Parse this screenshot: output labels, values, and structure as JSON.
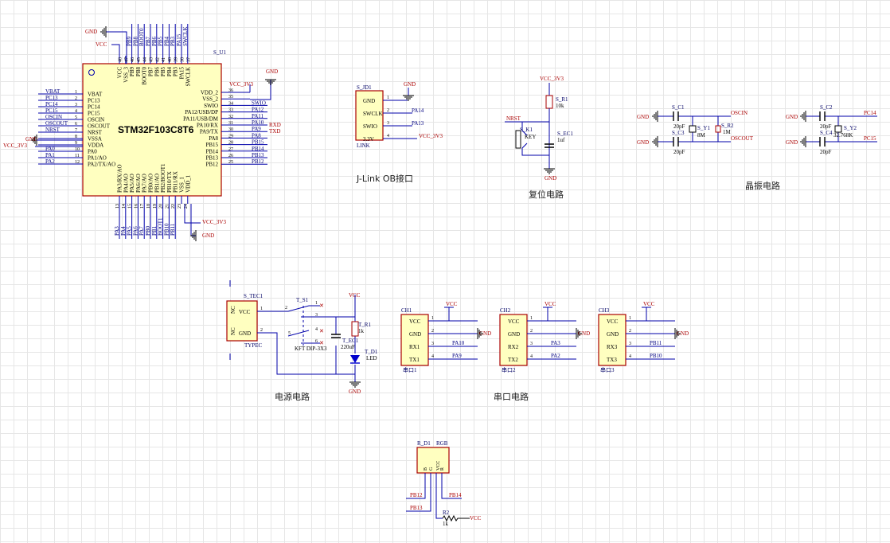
{
  "mcu": {
    "designator": "S_U1",
    "part": "STM32F103C8T6",
    "vcc_label": "VCC",
    "gnd_label": "GND",
    "left_pins": [
      {
        "num": "1",
        "name": "VBAT",
        "net": "VBAT"
      },
      {
        "num": "2",
        "name": "PC13",
        "net": "PC13"
      },
      {
        "num": "3",
        "name": "PC14",
        "net": "PC14"
      },
      {
        "num": "4",
        "name": "PC15",
        "net": "PC15"
      },
      {
        "num": "5",
        "name": "OSCIN",
        "net": "OSCIN"
      },
      {
        "num": "6",
        "name": "OSCOUT",
        "net": "OSCOUT"
      },
      {
        "num": "7",
        "name": "NRST",
        "net": "NRST"
      },
      {
        "num": "8",
        "name": "VSSA",
        "net": "GND"
      },
      {
        "num": "9",
        "name": "VDDA",
        "net": "VCC_3V3"
      },
      {
        "num": "10",
        "name": "PA0",
        "net": "PA0"
      },
      {
        "num": "11",
        "name": "PA1/AO",
        "net": "PA1"
      },
      {
        "num": "12",
        "name": "PA2/TX/AO",
        "net": "PA2"
      }
    ],
    "right_pins": [
      {
        "num": "36",
        "name": "VDD_2",
        "net": "VCC_3V3"
      },
      {
        "num": "35",
        "name": "VSS_2",
        "net": "GND"
      },
      {
        "num": "34",
        "name": "SWIO",
        "net": "SWIO"
      },
      {
        "num": "33",
        "name": "PA12/USB/DP",
        "net": "PA12"
      },
      {
        "num": "32",
        "name": "PA11/USB/DM",
        "net": "PA11"
      },
      {
        "num": "31",
        "name": "PA10/RX",
        "net": "PA10",
        "extra": "RXD"
      },
      {
        "num": "30",
        "name": "PA9/TX",
        "net": "PA9",
        "extra": "TXD"
      },
      {
        "num": "29",
        "name": "PA8",
        "net": "PA8"
      },
      {
        "num": "28",
        "name": "PB15",
        "net": "PB15"
      },
      {
        "num": "27",
        "name": "PB14",
        "net": "PB14"
      },
      {
        "num": "26",
        "name": "PB13",
        "net": "PB13"
      },
      {
        "num": "25",
        "name": "PB12",
        "net": "PB12"
      }
    ],
    "top_pins": [
      {
        "num": "48",
        "name": "VCC"
      },
      {
        "num": "47",
        "name": "VSS_3"
      },
      {
        "num": "46",
        "name": "PB9"
      },
      {
        "num": "45",
        "name": "PB8"
      },
      {
        "num": "44",
        "name": "BOOT0"
      },
      {
        "num": "43",
        "name": "PB7"
      },
      {
        "num": "42",
        "name": "PB6"
      },
      {
        "num": "41",
        "name": "PB5"
      },
      {
        "num": "40",
        "name": "PB4"
      },
      {
        "num": "39",
        "name": "PB3"
      },
      {
        "num": "38",
        "name": "PA15"
      },
      {
        "num": "37",
        "name": "SWCLK"
      }
    ],
    "top_nets": [
      "PB9",
      "PB8",
      "BOOT0",
      "PB7",
      "PB6",
      "PB5",
      "PB4",
      "PB3",
      "PA15",
      "SWCLK"
    ],
    "bottom_pins": [
      {
        "num": "13",
        "name": "PA3/RX/AO"
      },
      {
        "num": "14",
        "name": "PA4/AO"
      },
      {
        "num": "15",
        "name": "PA5/AO"
      },
      {
        "num": "16",
        "name": "PA6/AO"
      },
      {
        "num": "17",
        "name": "PA7/AO"
      },
      {
        "num": "18",
        "name": "PB0/AO"
      },
      {
        "num": "19",
        "name": "PB1/AO"
      },
      {
        "num": "20",
        "name": "PB2/BOOT1"
      },
      {
        "num": "21",
        "name": "PB10/TX"
      },
      {
        "num": "22",
        "name": "PB11/RX"
      },
      {
        "num": "23",
        "name": "VSS_1"
      },
      {
        "num": "24",
        "name": "VDD_1"
      }
    ],
    "bottom_nets": [
      "PA3",
      "PA4",
      "PA5",
      "PA6",
      "PA7",
      "PB0",
      "PB1",
      "BOOT1",
      "PB10",
      "PB11"
    ],
    "vcc_3v3": "VCC_3V3",
    "gnd": "GND"
  },
  "jlink": {
    "designator": "S_JD1",
    "subtitle": "LINK",
    "gnd_label": "GND",
    "pins": [
      {
        "num": "1",
        "name": "GND",
        "net": ""
      },
      {
        "num": "2",
        "name": "SWCLK",
        "net": "PA14"
      },
      {
        "num": "3",
        "name": "SWIO",
        "net": "PA13"
      },
      {
        "num": "4",
        "name": "3.3V",
        "net": "VCC_3V3"
      }
    ],
    "title": "J-Link OB接口"
  },
  "reset": {
    "vcc": "VCC_3V3",
    "r_ref": "S_R1",
    "r_val": "10k",
    "nrst": "NRST",
    "key_ref": "S_K1",
    "key_val": "KEY",
    "c_ref": "S_EC1",
    "c_val": "1uf",
    "gnd": "GND",
    "title": "复位电路"
  },
  "crystal": {
    "gnd": "GND",
    "c1_ref": "S_C1",
    "c1_val": "20pF",
    "c3_ref": "S_C3",
    "c3_val": "20pF",
    "y1_ref": "S_Y1",
    "y1_val": "8M",
    "r2_ref": "S_R2",
    "r2_val": "1M",
    "oscin": "OSCIN",
    "oscout": "OSCOUT",
    "c2_ref": "S_C2",
    "c2_val": "20pF",
    "c4_ref": "S_C4",
    "c4_val": "20pF",
    "y2_ref": "S_Y2",
    "y2_val": "32.768K",
    "pc14": "PC14",
    "pc15": "PC15",
    "title": "晶振电路"
  },
  "power": {
    "usb_ref": "S_TEC1",
    "usb_type": "TYPEC",
    "nc": "NC",
    "pins": [
      {
        "num": "1",
        "name": "VCC"
      },
      {
        "num": "2",
        "name": "GND"
      }
    ],
    "sw_ref": "T_S1",
    "sw_type": "KFT DIP-3X3",
    "sw_pins": [
      "1",
      "2",
      "3",
      "4",
      "5",
      "6"
    ],
    "vcc": "VCC",
    "r_ref": "T_R1",
    "r_val": "1k",
    "c_ref": "T_EC1",
    "c_val": "220uF",
    "led_ref": "T_D1",
    "led_val": "LED",
    "gnd": "GND",
    "title": "电源电路"
  },
  "serial": {
    "ports": [
      {
        "ref": "CH1",
        "label": "串口1",
        "pins": [
          "VCC",
          "GND",
          "RX1",
          "TX1"
        ],
        "rx_net": "PA10",
        "tx_net": "PA9"
      },
      {
        "ref": "CH2",
        "label": "串口2",
        "pins": [
          "VCC",
          "GND",
          "RX2",
          "TX2"
        ],
        "rx_net": "PA3",
        "tx_net": "PA2"
      },
      {
        "ref": "CH3",
        "label": "串口3",
        "pins": [
          "VCC",
          "GND",
          "RX3",
          "TX3"
        ],
        "rx_net": "PB11",
        "tx_net": "PB10"
      }
    ],
    "pin_nums": [
      "1",
      "2",
      "3",
      "4"
    ],
    "vcc": "VCC",
    "gnd": "GND",
    "title": "串口电路"
  },
  "rgb": {
    "ref": "R_D1",
    "name": "RGB",
    "pins": [
      "B",
      "G",
      "VCC",
      "R"
    ],
    "nets": [
      "PB12",
      "PB13",
      "PB14"
    ],
    "r_ref": "R2",
    "r_val": "1k",
    "vcc": "VCC"
  }
}
